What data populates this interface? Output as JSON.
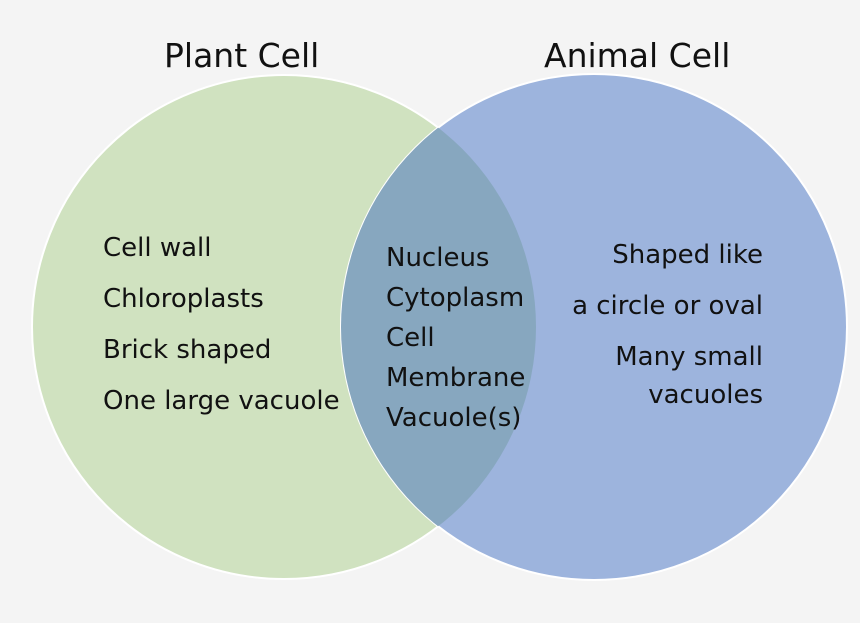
{
  "colors": {
    "background": "#f4f4f4",
    "plant_circle": "#d0e2c0",
    "animal_circle": "#9db4dd",
    "overlap": "#87a7bf",
    "circle_border": "#ffffff",
    "text": "#111111"
  },
  "plant": {
    "title": "Plant Cell",
    "items": [
      "Cell wall",
      "Chloroplasts",
      "Brick shaped",
      "One large vacuole"
    ]
  },
  "shared": {
    "items": [
      "Nucleus",
      "Cytoplasm",
      "Cell",
      "Membrane",
      "Vacuole(s)"
    ]
  },
  "animal": {
    "title": "Animal Cell",
    "items": [
      "Shaped like",
      "a circle or oval",
      "Many small",
      "vacuoles"
    ]
  }
}
